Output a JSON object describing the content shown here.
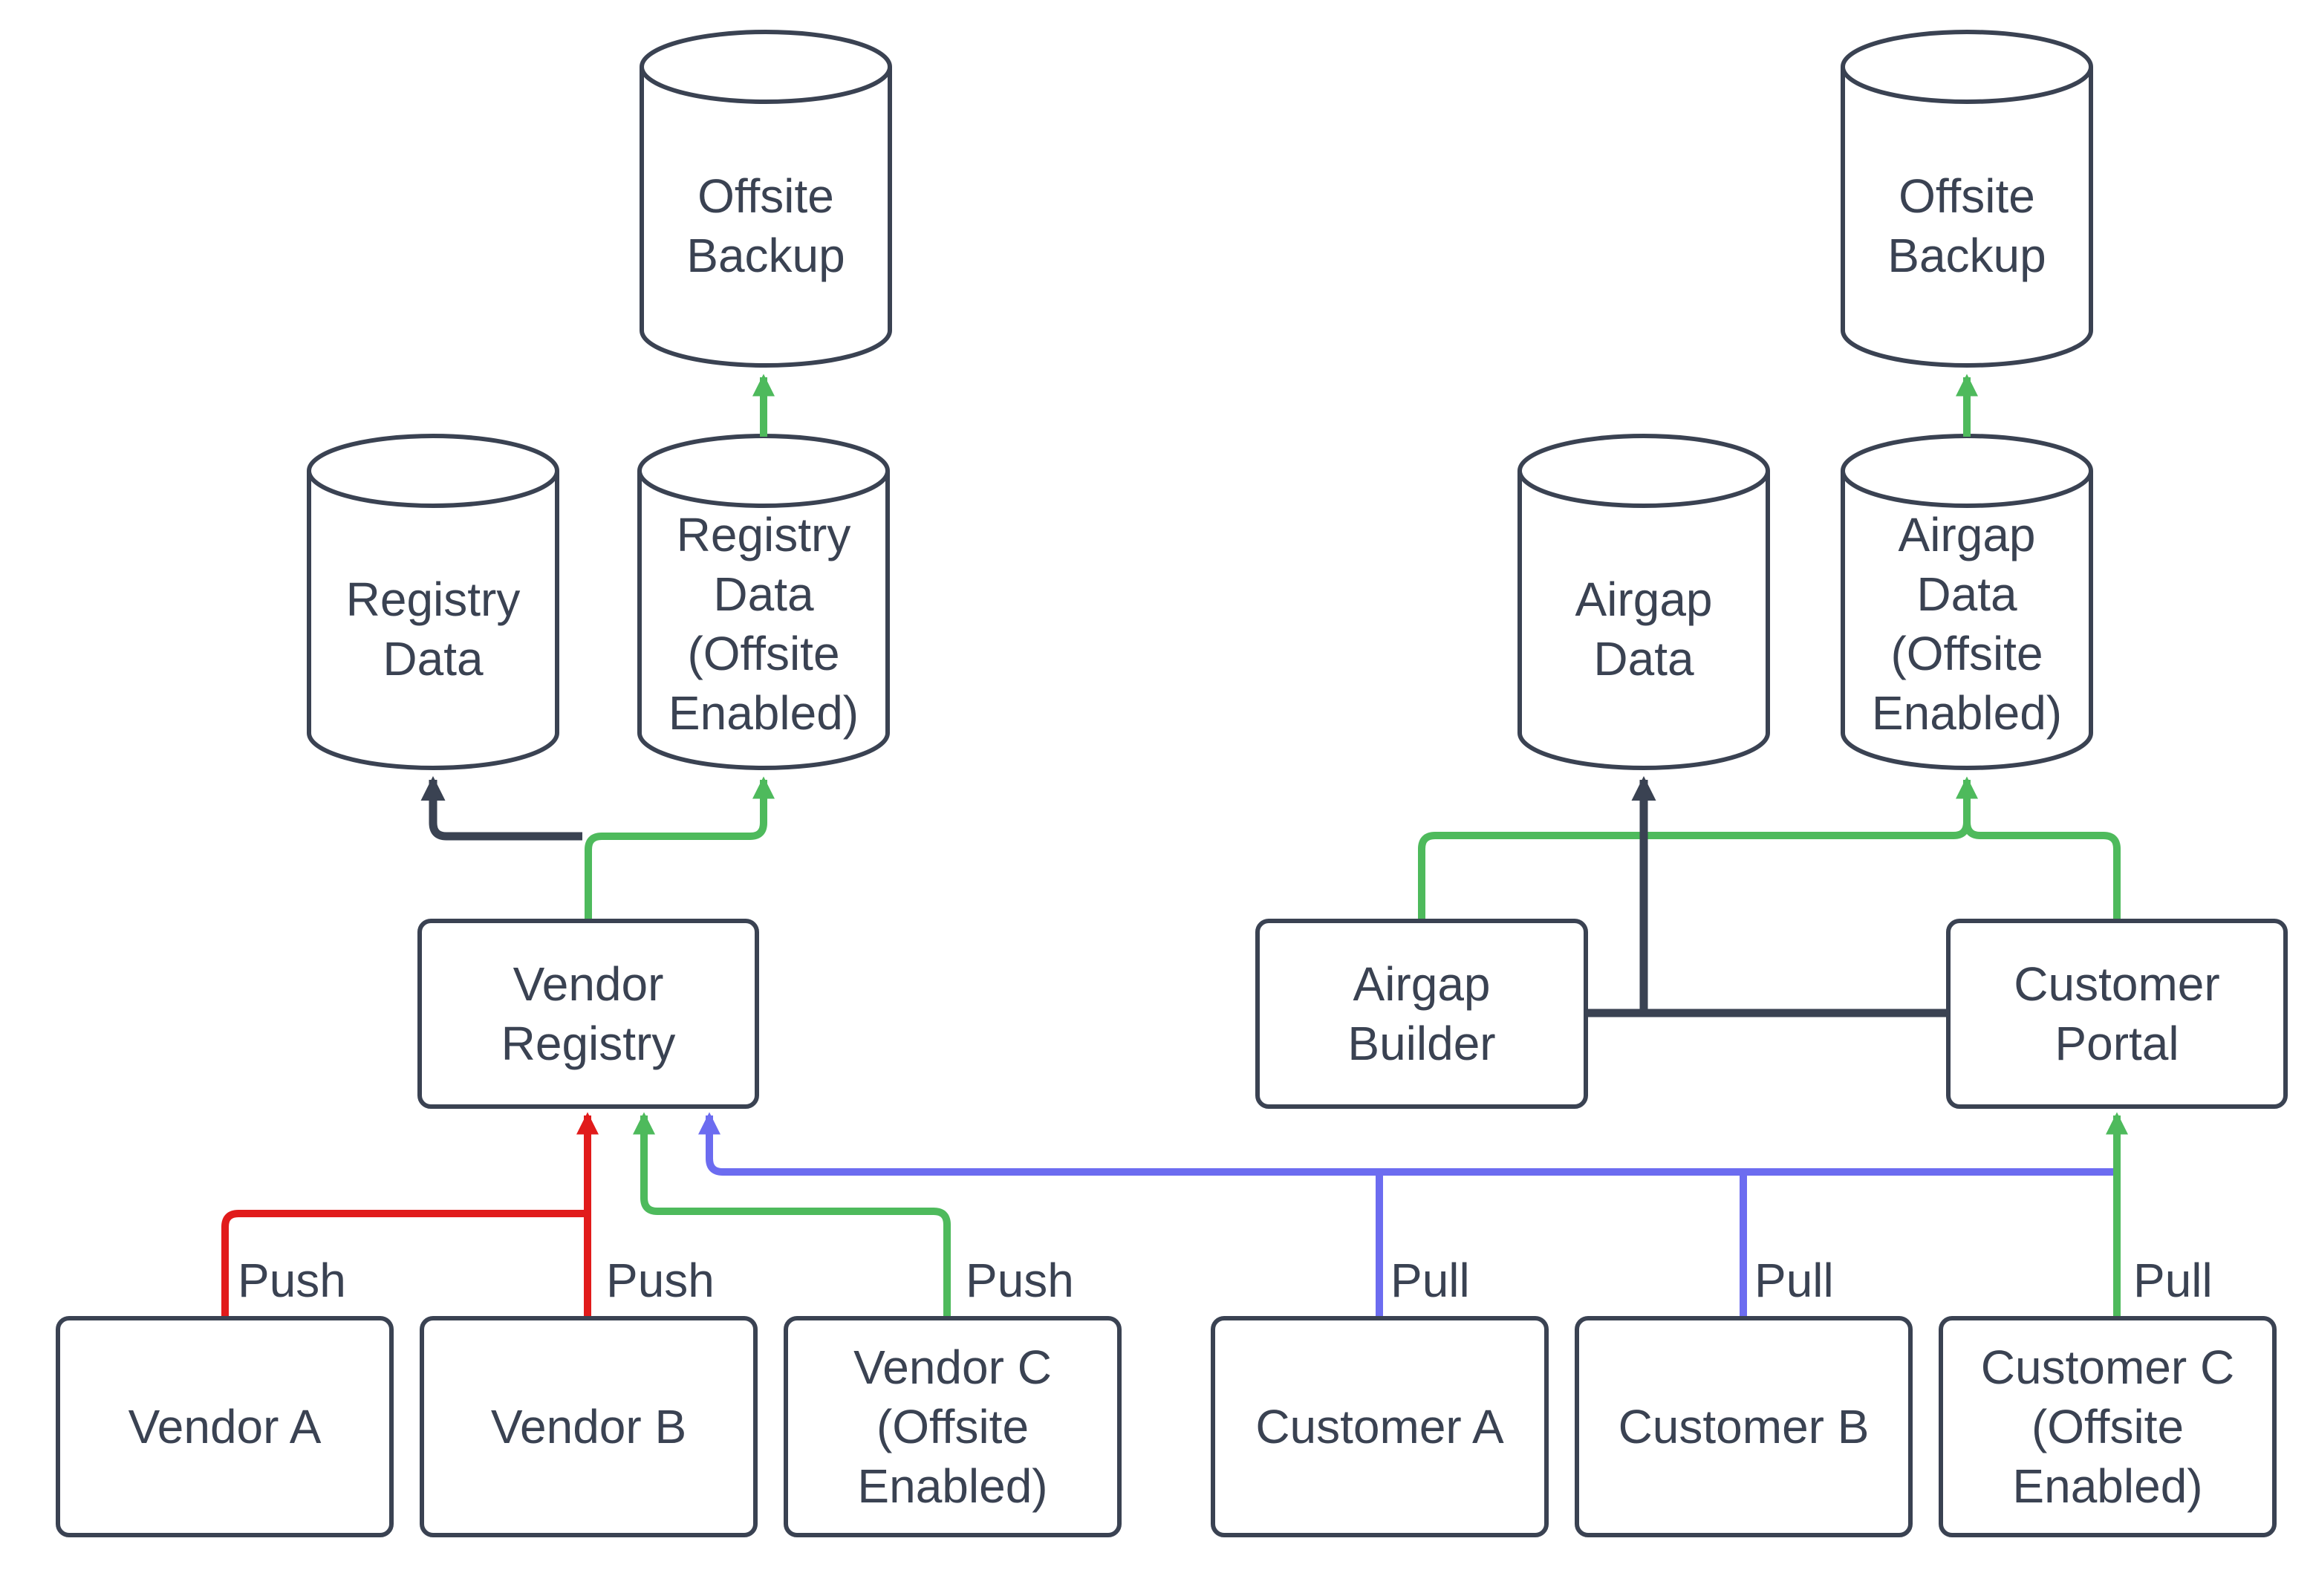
{
  "diagram": {
    "background": "#ffffff",
    "colors": {
      "line_dark": "#3a4252",
      "node_border": "#3a4252",
      "text": "#3a4252",
      "push_red": "#e11b1b",
      "offsite_green": "#4eba5c",
      "pull_blue": "#6c6cf0"
    },
    "nodes": {
      "offsite_backup_left": "Offsite Backup",
      "registry_data": "Registry Data",
      "registry_data_offsite": "Registry Data (Offsite Enabled)",
      "vendor_registry": "Vendor Registry",
      "vendor_a": "Vendor A",
      "vendor_b": "Vendor B",
      "vendor_c": "Vendor C (Offsite Enabled)",
      "offsite_backup_right": "Offsite Backup",
      "airgap_data": "Airgap Data",
      "airgap_data_offsite": "Airgap Data (Offsite Enabled)",
      "airgap_builder": "Airgap Builder",
      "customer_portal": "Customer Portal",
      "customer_a": "Customer A",
      "customer_b": "Customer B",
      "customer_c": "Customer C (Offsite Enabled)"
    },
    "edge_labels": [
      "Push",
      "Push",
      "Push",
      "Pull",
      "Pull",
      "Pull"
    ]
  }
}
